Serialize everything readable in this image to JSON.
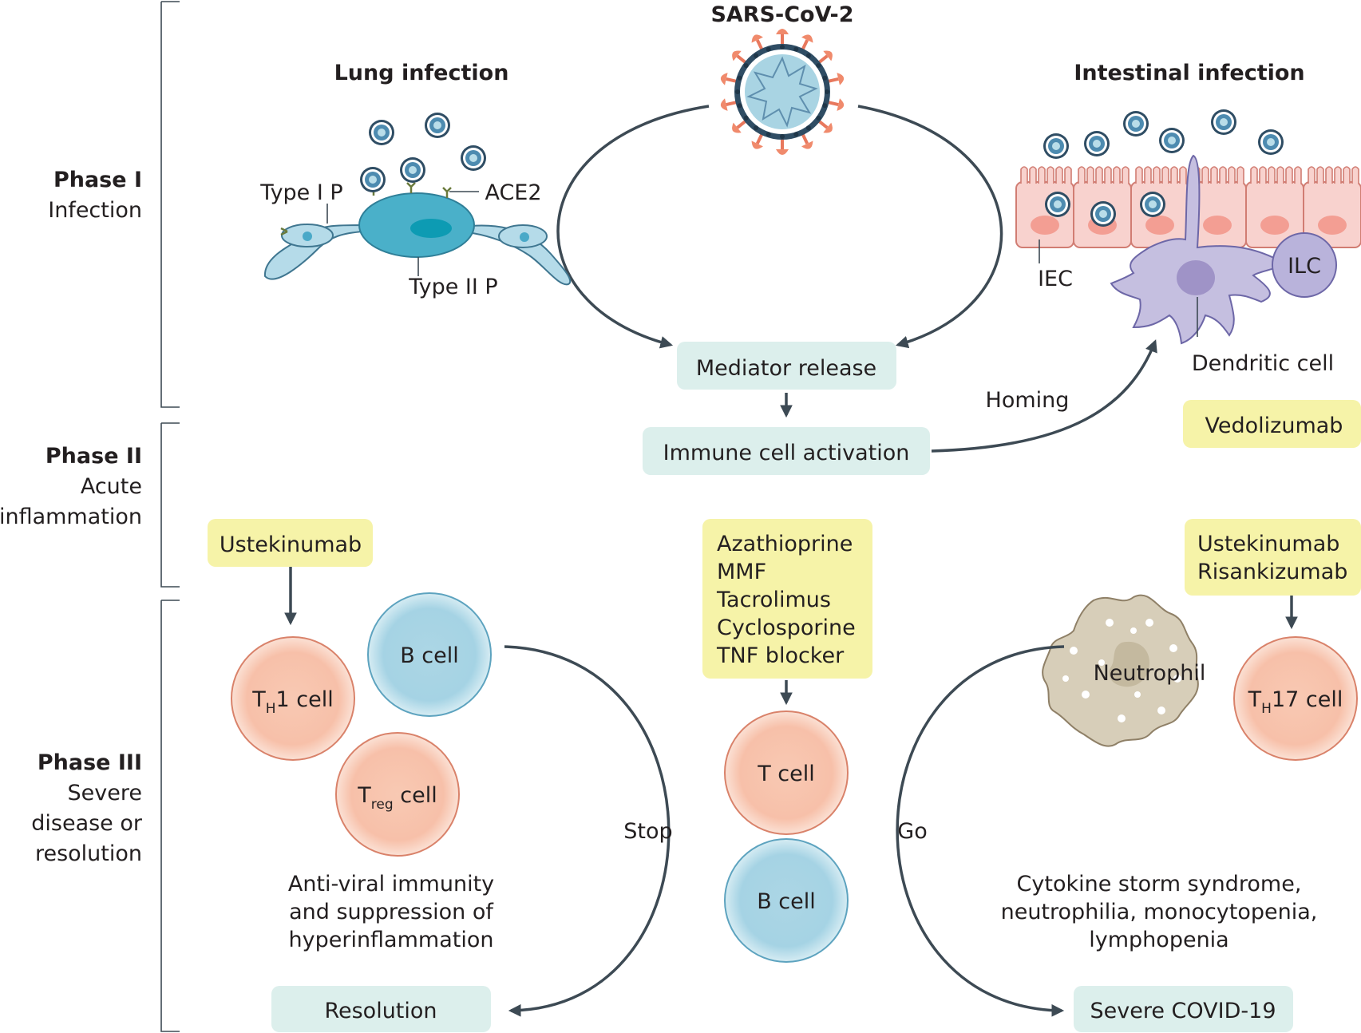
{
  "phases": [
    {
      "title": "Phase I",
      "lines": [
        "Infection"
      ]
    },
    {
      "title": "Phase II",
      "lines": [
        "Acute",
        "inflammation"
      ]
    },
    {
      "title": "Phase III",
      "lines": [
        "Severe",
        "disease or",
        "resolution"
      ]
    }
  ],
  "virus_title": "SARS-CoV-2",
  "lung": {
    "title": "Lung infection",
    "type1": "Type I P",
    "type2": "Type II P",
    "ace2": "ACE2"
  },
  "intestine": {
    "title": "Intestinal infection",
    "iec": "IEC",
    "ilc": "ILC",
    "dendritic": "Dendritic cell"
  },
  "flow": {
    "mediator": "Mediator release",
    "activation": "Immune cell activation",
    "homing": "Homing"
  },
  "drugs": {
    "vedolizumab": "Vedolizumab",
    "ustekinumab_left": "Ustekinumab",
    "center": [
      "Azathioprine",
      "MMF",
      "Tacrolimus",
      "Cyclosporine",
      "TNF blocker"
    ],
    "right": [
      "Ustekinumab",
      "Risankizumab"
    ]
  },
  "cells": {
    "th1_main": "T",
    "th1_sub": "H",
    "th1_rest": "1 cell",
    "bcell_left": "B cell",
    "treg_main": "T",
    "treg_sub": "reg",
    "treg_rest": " cell",
    "tcell": "T cell",
    "bcell_center": "B cell",
    "neutrophil": "Neutrophil",
    "th17_main": "T",
    "th17_sub": "H",
    "th17_rest": "17 cell"
  },
  "outcomes": {
    "stop": "Stop",
    "go": "Go",
    "left_text": [
      "Anti-viral immunity",
      "and suppression of",
      "hyperinflammation"
    ],
    "right_text": [
      "Cytokine storm syndrome,",
      "neutrophilia, monocytopenia,",
      "lymphopenia"
    ],
    "resolution": "Resolution",
    "severe": "Severe COVID-19"
  },
  "colors": {
    "teal_box": "#dcefec",
    "yellow_box": "#f6f3a8",
    "salmon_cell": "#f7cbb7",
    "blue_cell": "#b9dde9",
    "arrow": "#3d4a54"
  }
}
